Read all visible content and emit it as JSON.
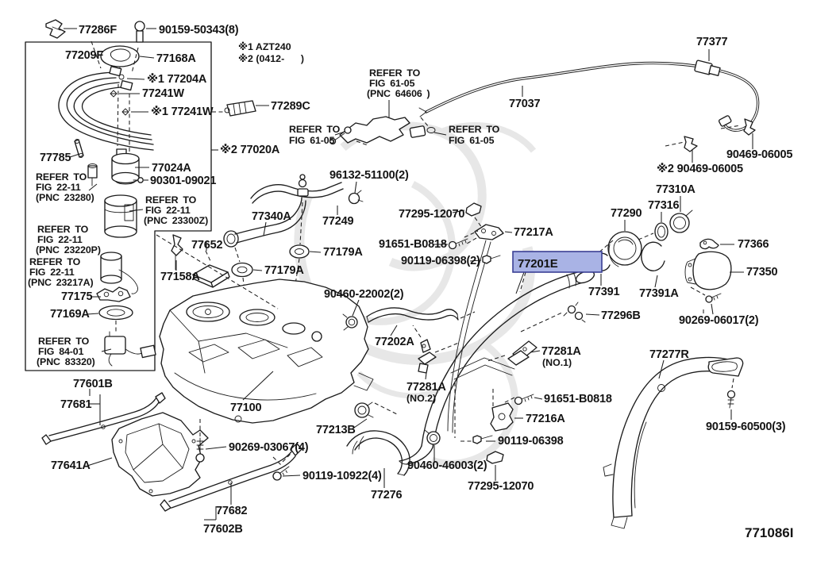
{
  "figure": {
    "code": "771086I",
    "line_color": "#1c1c1c",
    "background": "#ffffff"
  },
  "highlight": {
    "part": "77201E",
    "bg": "#a9b3e5",
    "border": "#3a3f94",
    "text_color": "#21217e"
  },
  "labels": {
    "n77286F": "77286F",
    "n90159_50343": "90159-50343(8)",
    "note1": "※1 AZT240",
    "note2": "※2 (0412-      )",
    "n77209F": "77209F",
    "n77168A": "77168A",
    "n77204A": "※1 77204A",
    "n77241W_1": "77241W",
    "n77241W_2": "※1 77241W",
    "n77289C": "77289C",
    "n77020A": "※2 77020A",
    "ref6105c_1": "REFER TO",
    "ref6105c_2": "FIG 61-05",
    "ref6105c_3": "(PNC 64606 )",
    "ref6105a_1": "REFER TO",
    "ref6105a_2": "FIG 61-05",
    "ref6105b_1": "REFER TO",
    "ref6105b_2": "FIG 61-05",
    "n77037": "77037",
    "n77377": "77377",
    "n90469_1": "90469-06005",
    "n90469_2": "※2 90469-06005",
    "n96132": "96132-51100(2)",
    "n77295_1": "77295-12070",
    "n77310A": "77310A",
    "n77316": "77316",
    "n77290": "77290",
    "n77217A": "77217A",
    "n91651_1": "91651-B0818",
    "n90119_06398_1": "90119-06398(2)",
    "n77201E": "77201E",
    "n77366": "77366",
    "n77350": "77350",
    "n77391": "77391",
    "n77391A": "77391A",
    "n90269_06017": "90269-06017(2)",
    "n77340A": "77340A",
    "n77249": "77249",
    "n77179A_1": "77179A",
    "n77179A_2": "77179A",
    "n90460_22002": "90460-22002(2)",
    "n77202A": "77202A",
    "n77281A_1": "77281A",
    "n77281A_1b": "(NO.1)",
    "n77281A_2": "77281A",
    "n77281A_2b": "(NO.2)",
    "n91651_2": "91651-B0818",
    "n77216A": "77216A",
    "n90119_06398_2": "90119-06398",
    "n90460_46003": "90460-46003(2)",
    "n77295_2": "77295-12070",
    "n77276": "77276",
    "n77213B": "77213B",
    "n77100": "77100",
    "n90269_03067": "90269-03067(4)",
    "n90119_10922": "90119-10922(4)",
    "n77601B": "77601B",
    "n77681": "77681",
    "n77641A": "77641A",
    "n77682": "77682",
    "n77602B": "77602B",
    "n77277R": "77277R",
    "n90159_60500": "90159-60500(3)",
    "n77785": "77785",
    "n77024A": "77024A",
    "n90301": "90301-09021",
    "ref2311a_1": "REFER TO",
    "ref2311a_2": "FIG 22-11",
    "ref2311a_3": "(PNC 23280)",
    "ref2311b_1": "REFER TO",
    "ref2311b_2": "FIG 22-11",
    "ref2311b_3": "(PNC 23300Z)",
    "ref2311c_1": "REFER TO",
    "ref2311c_2": "FIG 22-11",
    "ref2311c_3": "(PNC 23220P)",
    "ref2311d_1": "REFER TO",
    "ref2311d_2": "FIG 22-11",
    "ref2311d_3": "(PNC 23217A)",
    "n77175": "77175",
    "n77169A": "77169A",
    "ref8401_1": "REFER TO",
    "ref8401_2": "FIG 84-01",
    "ref8401_3": "(PNC 83320)",
    "n77652": "77652",
    "n77158A": "77158A",
    "n77296B": "77296B"
  }
}
